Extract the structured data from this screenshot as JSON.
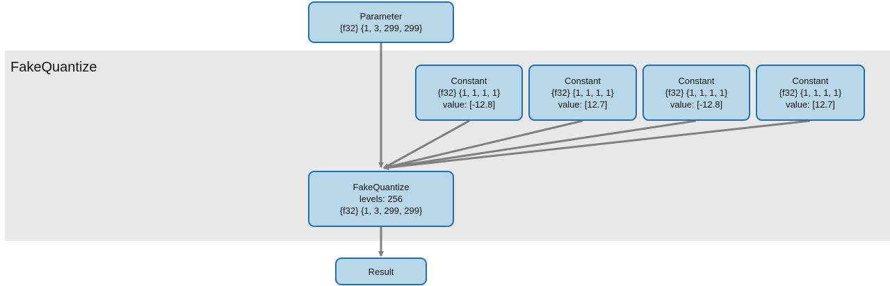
{
  "group": {
    "label": "FakeQuantize"
  },
  "nodes": {
    "parameter": {
      "title": "Parameter",
      "shape": "{f32} {1, 3, 299, 299}"
    },
    "constants": [
      {
        "title": "Constant",
        "shape": "{f32} {1, 1, 1, 1}",
        "value": "value: [-12.8]"
      },
      {
        "title": "Constant",
        "shape": "{f32} {1, 1, 1, 1}",
        "value": "value: [12.7]"
      },
      {
        "title": "Constant",
        "shape": "{f32} {1, 1, 1, 1}",
        "value": "value: [-12.8]"
      },
      {
        "title": "Constant",
        "shape": "{f32} {1, 1, 1, 1}",
        "value": "value: [12.7]"
      }
    ],
    "fakequantize": {
      "title": "FakeQuantize",
      "levels": "levels: 256",
      "shape": "{f32} {1, 3, 299, 299}"
    },
    "result": {
      "title": "Result"
    }
  },
  "edges": [
    {
      "from": "Parameter",
      "to": "FakeQuantize"
    },
    {
      "from": "Constant [-12.8]",
      "to": "FakeQuantize"
    },
    {
      "from": "Constant [12.7]",
      "to": "FakeQuantize"
    },
    {
      "from": "Constant [-12.8]",
      "to": "FakeQuantize"
    },
    {
      "from": "Constant [12.7]",
      "to": "FakeQuantize"
    },
    {
      "from": "FakeQuantize",
      "to": "Result"
    }
  ],
  "colors": {
    "node_fill": "#b8d8ea",
    "node_border": "#1f6fb5",
    "edge": "#808080",
    "group_background": "#e8e8e8"
  }
}
